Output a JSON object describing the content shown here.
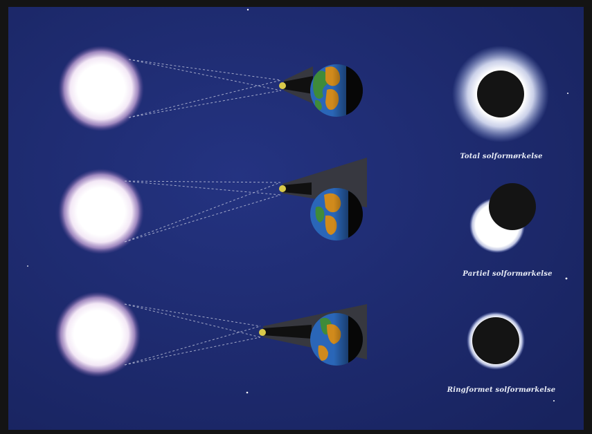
{
  "panels": [
    {
      "type": "total",
      "caption": "Total solformørkelse"
    },
    {
      "type": "partial",
      "caption": "Partiel solformørkelse"
    },
    {
      "type": "annular",
      "caption": "Ringformet solformørkelse"
    }
  ],
  "colors": {
    "frame": "#141414",
    "sky": "#1d2a6b",
    "sun_core": "#ffffff",
    "sun_glow": "#c9a7d8",
    "moon": "#d9c94a",
    "umbra": "#101010",
    "penumbra": "#3a3a3a",
    "ray": "#cfd3e6",
    "ocean": "#2a66b8",
    "land": "#d08a1c",
    "eclipsed_disk": "#141414",
    "corona": "#f4f6ff"
  }
}
